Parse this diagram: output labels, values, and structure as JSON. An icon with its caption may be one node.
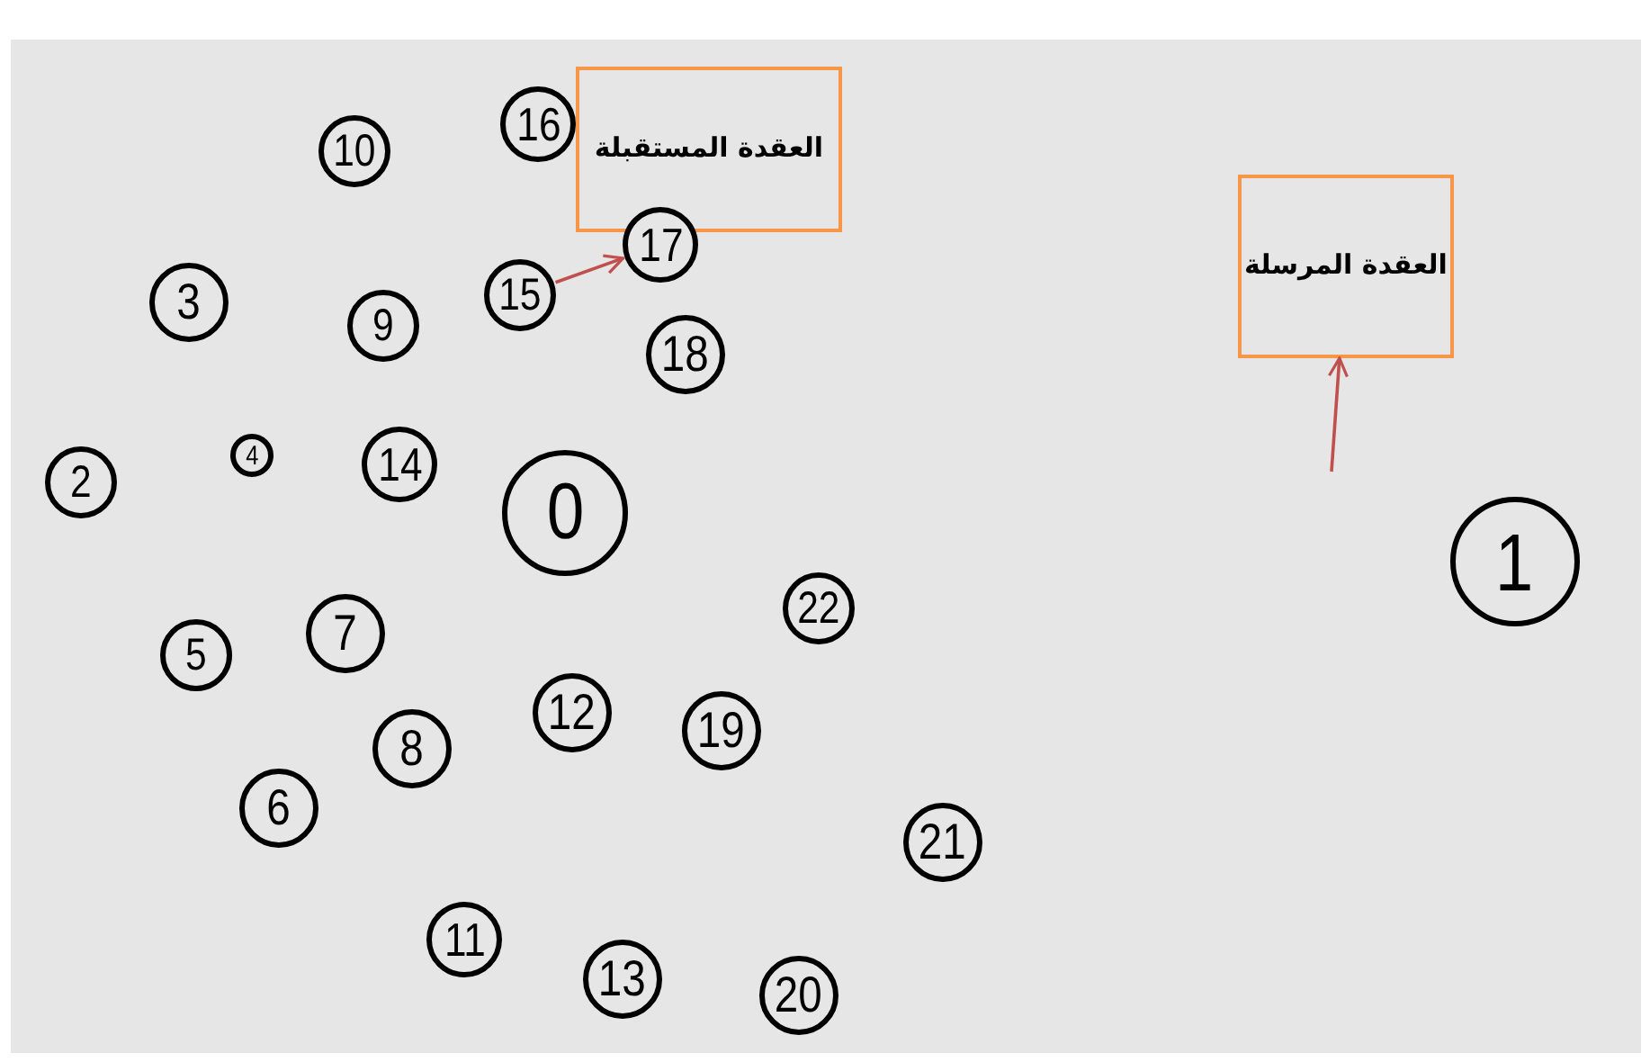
{
  "diagram": {
    "nodes": [
      {
        "text": [
          "0"
        ]
      },
      {
        "text": [
          "1"
        ]
      },
      {
        "text": [
          "2"
        ]
      },
      {
        "text": [
          "3"
        ]
      },
      {
        "text": [
          "4"
        ]
      },
      {
        "text": [
          "5"
        ]
      },
      {
        "text": [
          "6"
        ]
      },
      {
        "text": [
          "7"
        ]
      },
      {
        "text": [
          "8"
        ]
      },
      {
        "text": [
          "9"
        ]
      },
      {
        "text": [
          "10"
        ]
      },
      {
        "text": [
          "11"
        ]
      },
      {
        "text": [
          "12"
        ]
      },
      {
        "text": [
          "13"
        ]
      },
      {
        "text": [
          "14"
        ]
      },
      {
        "text": [
          "15"
        ]
      },
      {
        "text": [
          "16"
        ]
      },
      {
        "text": [
          "17"
        ]
      },
      {
        "text": [
          "18"
        ]
      },
      {
        "text": [
          "19"
        ]
      },
      {
        "text": [
          "20"
        ]
      },
      {
        "text": [
          "21"
        ]
      },
      {
        "text": [
          "22"
        ]
      },
      {
        "text": [
          "العقدة المستقبلة"
        ]
      },
      {
        "text": [
          "العقدة المرسلة"
        ]
      }
    ],
    "edges": [
      {
        "from": 15,
        "to": 17,
        "arrow": "to"
      },
      {
        "from": null,
        "to": 24,
        "arrow": "to"
      }
    ]
  }
}
